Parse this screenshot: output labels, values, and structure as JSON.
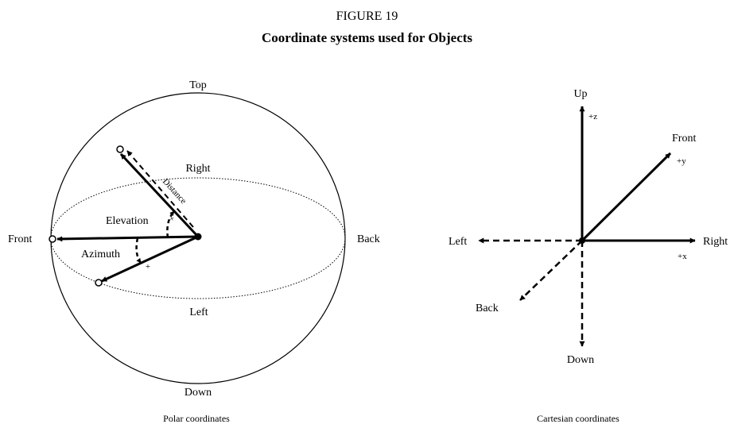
{
  "figure": {
    "number": "FIGURE 19",
    "title": "Coordinate systems used for Objects"
  },
  "polar": {
    "caption": "Polar coordinates",
    "labels": {
      "top": "Top",
      "down": "Down",
      "front": "Front",
      "back": "Back",
      "right": "Right",
      "left": "Left",
      "elevation": "Elevation",
      "azimuth": "Azimuth",
      "distance": "Distance",
      "plus1": "+",
      "plus2": "+"
    }
  },
  "cartesian": {
    "caption": "Cartesian coordinates",
    "labels": {
      "up": "Up",
      "down": "Down",
      "left": "Left",
      "right": "Right",
      "front": "Front",
      "back": "Back",
      "pos_z": "+z",
      "pos_y": "+y",
      "pos_x": "+x"
    }
  }
}
